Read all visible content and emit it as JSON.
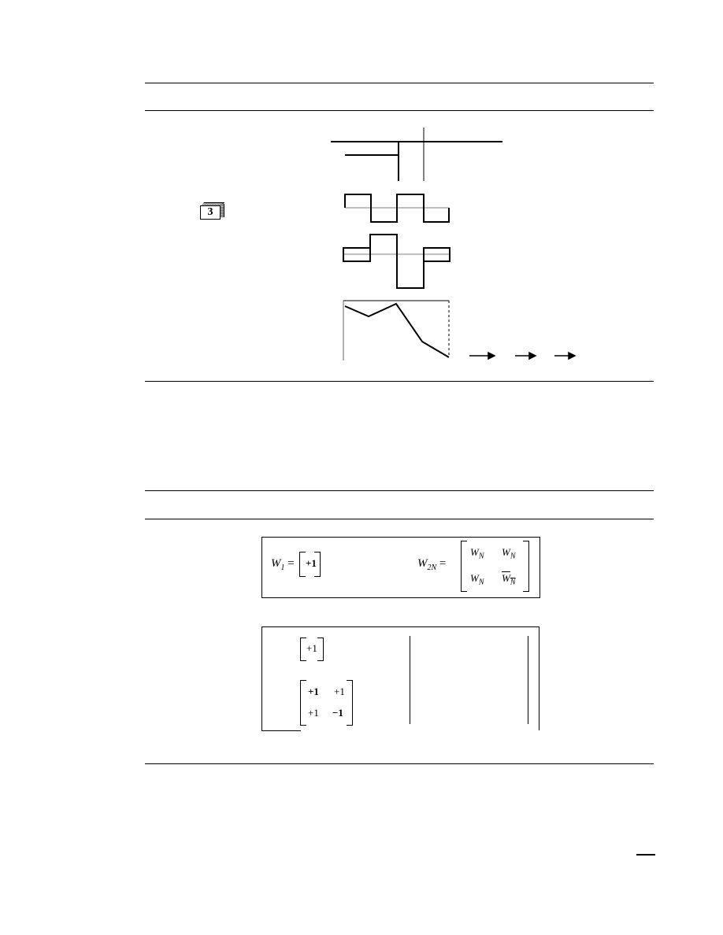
{
  "badge": {
    "number": "3"
  },
  "formula_box": {
    "w1_lhs": "W",
    "w1_sub": "1",
    "w1_entry": "+1",
    "w2n_lhs": "W",
    "w2n_sub": "2N",
    "matrix": {
      "r1c1": "W",
      "r1c1_sub": "N",
      "r1c2": "W",
      "r1c2_sub": "N",
      "r2c1": "W",
      "r2c1_sub": "N",
      "r2c2": "W",
      "r2c2_sub": "N"
    }
  },
  "table_box": {
    "row1_entry": "+1",
    "row2": {
      "a": "+1",
      "b": "+1",
      "c": "+1",
      "d": "−1"
    }
  }
}
